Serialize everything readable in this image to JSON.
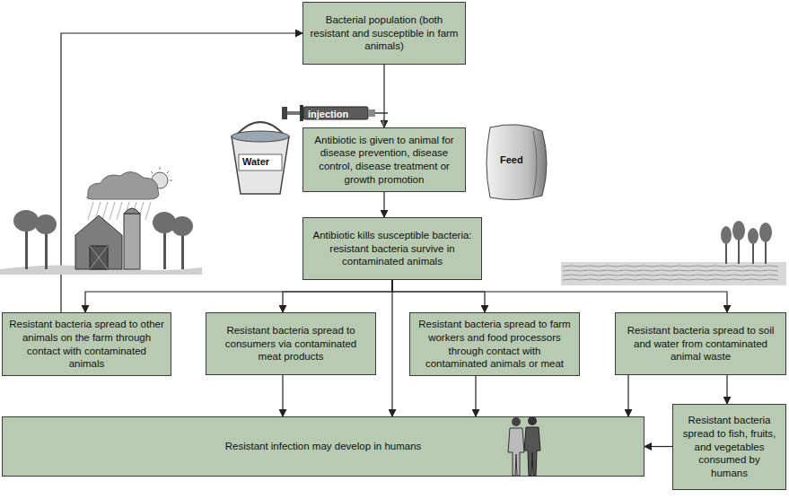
{
  "diagram": {
    "nodes": [
      {
        "text": [
          "Bacterial population (both resistant and susceptible in farm animals)"
        ]
      },
      {
        "text": [
          "Antibiotic is given to animal for disease prevention, disease control, disease treatment or growth promotion"
        ]
      },
      {
        "text": [
          "Antibiotic kills susceptible bacteria: resistant bacteria survive in contaminated animals"
        ]
      },
      {
        "text": [
          "Resistant bacteria spread to other animals on the farm through contact with contaminated animals"
        ]
      },
      {
        "text": [
          "Resistant bacteria spread to consumers via contaminated meat products"
        ]
      },
      {
        "text": [
          "Resistant bacteria spread to farm workers and food processors through contact with contaminated animals or meat"
        ]
      },
      {
        "text": [
          "Resistant bacteria spread to soil and water from contaminated animal waste"
        ]
      },
      {
        "text": [
          "Resistant infection may develop in humans"
        ]
      },
      {
        "text": [
          "Resistant bacteria spread to fish, fruits, and vegetables consumed by humans"
        ]
      }
    ],
    "edges": [
      {
        "from": 0,
        "to": 1,
        "arrow": "to"
      },
      {
        "from": 1,
        "to": 2,
        "arrow": "to"
      },
      {
        "from": 2,
        "to": 3,
        "arrow": "to"
      },
      {
        "from": 2,
        "to": 4,
        "arrow": "to"
      },
      {
        "from": 2,
        "to": 5,
        "arrow": "to"
      },
      {
        "from": 2,
        "to": 6,
        "arrow": "to"
      },
      {
        "from": 2,
        "to": 7,
        "arrow": "to"
      },
      {
        "from": 3,
        "to": 0,
        "arrow": "to"
      },
      {
        "from": 4,
        "to": 7,
        "arrow": "to"
      },
      {
        "from": 5,
        "to": 7,
        "arrow": "to"
      },
      {
        "from": 6,
        "to": 7,
        "arrow": "to"
      },
      {
        "from": 6,
        "to": 8,
        "arrow": "to"
      },
      {
        "from": 8,
        "to": 7,
        "arrow": "to"
      }
    ],
    "labels": [
      "injection",
      "Water",
      "Feed"
    ]
  }
}
